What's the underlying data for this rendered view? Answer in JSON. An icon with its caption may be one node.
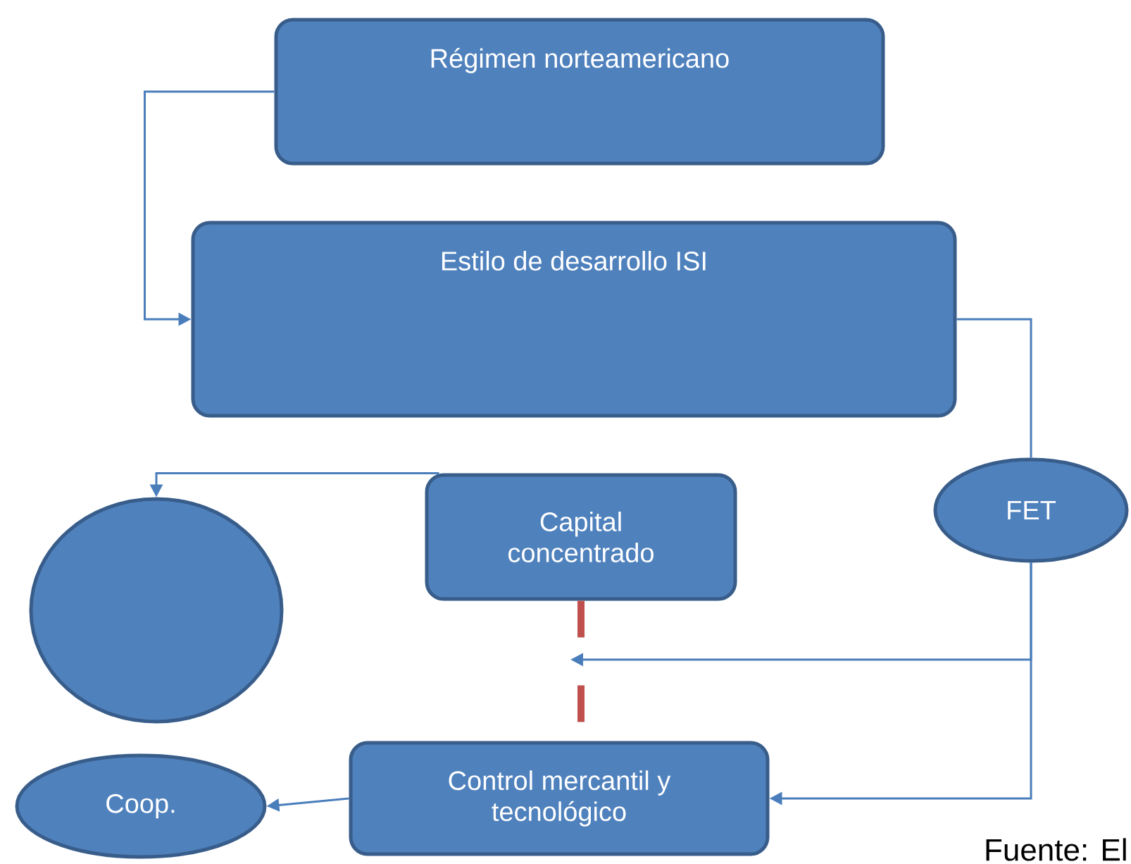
{
  "diagram": {
    "nodes": [
      {
        "text": [
          "Régimen norteamericano"
        ]
      },
      {
        "text": [
          "Estilo de desarrollo ISI"
        ]
      },
      {
        "text": [
          "FET"
        ]
      },
      {
        "text": [
          "Capital concentrado"
        ]
      },
      {
        "text": [],
        "shape": "circle"
      },
      {
        "text": [
          "Control mercantil y tecnológico"
        ]
      },
      {
        "text": [
          "Coop."
        ]
      }
    ],
    "edges": [
      {
        "from": 0,
        "to": 1,
        "arrow": "to"
      },
      {
        "from": 1,
        "to": 2,
        "arrow": "none"
      },
      {
        "from": 2,
        "to": 5,
        "arrow": "to"
      },
      {
        "from": 2,
        "to": null,
        "arrow": "to"
      },
      {
        "from": 3,
        "to": 4,
        "arrow": "to"
      },
      {
        "from": 5,
        "to": 6,
        "arrow": "to"
      },
      {
        "from": 3,
        "to": 5,
        "arrow": "none",
        "style": "dashed",
        "color": "#c0504d"
      }
    ],
    "labels": [
      "Fuente: El"
    ]
  }
}
